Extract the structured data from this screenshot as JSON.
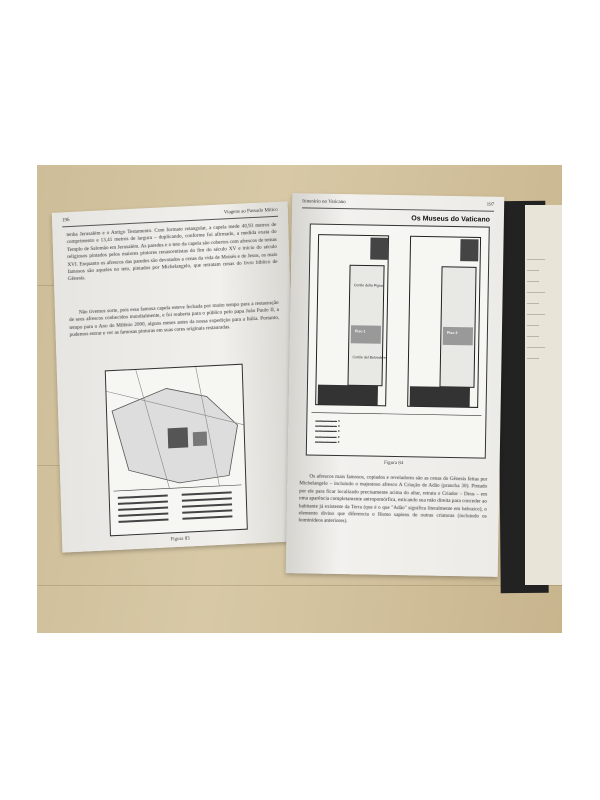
{
  "left_page": {
    "page_number": "196",
    "running_header": "Viagens ao Passado Mítico",
    "paragraph_1": "tenha Jerusalém e o Antigo Testamento. Com formato retangular, a capela mede 40,93 metros de comprimento e 13,41 metros de largura – duplicando, conforme foi afirmado, a medida exata do Templo de Salomão em Jerusalém. As paredes e o teto da capela são cobertos com afrescos de temas religiosos pintados pelos maiores pintores renascentistas do fim do século XV e início do século XVI. Enquanto os afrescos das paredes são devotados a cenas da vida de Moisés e de Jesus, os mais famosos são aqueles no teto, pintados por Michelangelo, que retratam cenas do livro bíblico de Gênesis.",
    "paragraph_2": "Não tivemos sorte, pois essa famosa capela esteve fechada por muito tempo para a restauração de seus afrescos conhecidos mundialmente, e foi reaberta para o público pelo papa João Paulo II, a tempo para o Ano do Milênio 2000, alguns meses antes da nossa expedição para a Itália. Portanto, pudemos entrar e ver as famosas pinturas em suas cores originais restauradas.",
    "figure_caption": "Figura 83"
  },
  "right_page": {
    "page_number": "197",
    "running_header": "Itinerário no Vaticano",
    "map_title": "Os Museus do Vaticano",
    "map_labels": [
      "Cortile della Pigna",
      "Piso 1",
      "Piso 2",
      "Cortile del Belvedere"
    ],
    "figure_caption": "Figura 84",
    "paragraph": "Os afrescos mais famosos, copiados e reveladores são as cenas do Gênesis feitas por Michelangelo – incluindo o majestoso afresco A Criação de Adão (prancha 30). Pintado por ele para ficar localizado precisamente acima do altar, retrata o Criador – Deus – em uma aparência completamente antropomórfica, esticando sua mão direita para conceder ao habitante já existente da Terra (que é o que \"Adão\" significa literalmente em hebraico), o elemento divino que diferencia o Homo sapiens de outras criaturas (incluindo os hominídeos anteriores)."
  }
}
